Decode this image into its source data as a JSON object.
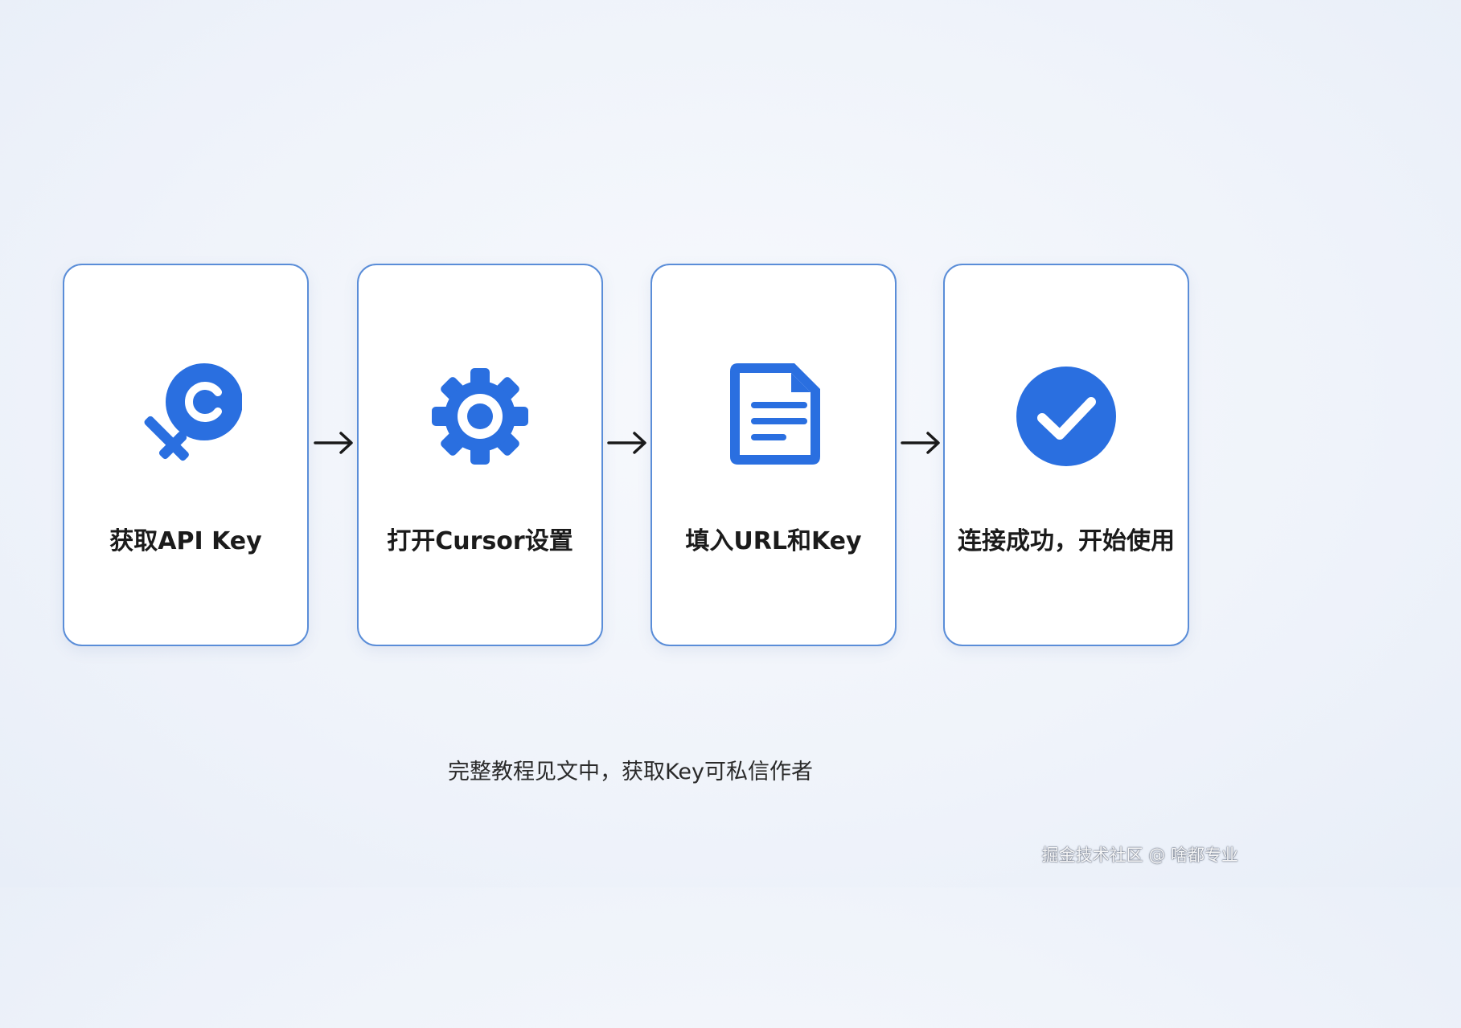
{
  "steps": [
    {
      "label": "获取API Key",
      "icon": "key-c-icon"
    },
    {
      "label": "打开Cursor设置",
      "icon": "gear-icon"
    },
    {
      "label": "填入URL和Key",
      "icon": "document-icon"
    },
    {
      "label": "连接成功，开始使用",
      "icon": "check-circle-icon"
    }
  ],
  "footnote": "完整教程见文中，获取Key可私信作者",
  "watermark": "掘金技术社区 @ 啥都专业",
  "colors": {
    "accent": "#2a6fe0",
    "card_border": "#5a8dd8",
    "text": "#1b1b1b"
  }
}
